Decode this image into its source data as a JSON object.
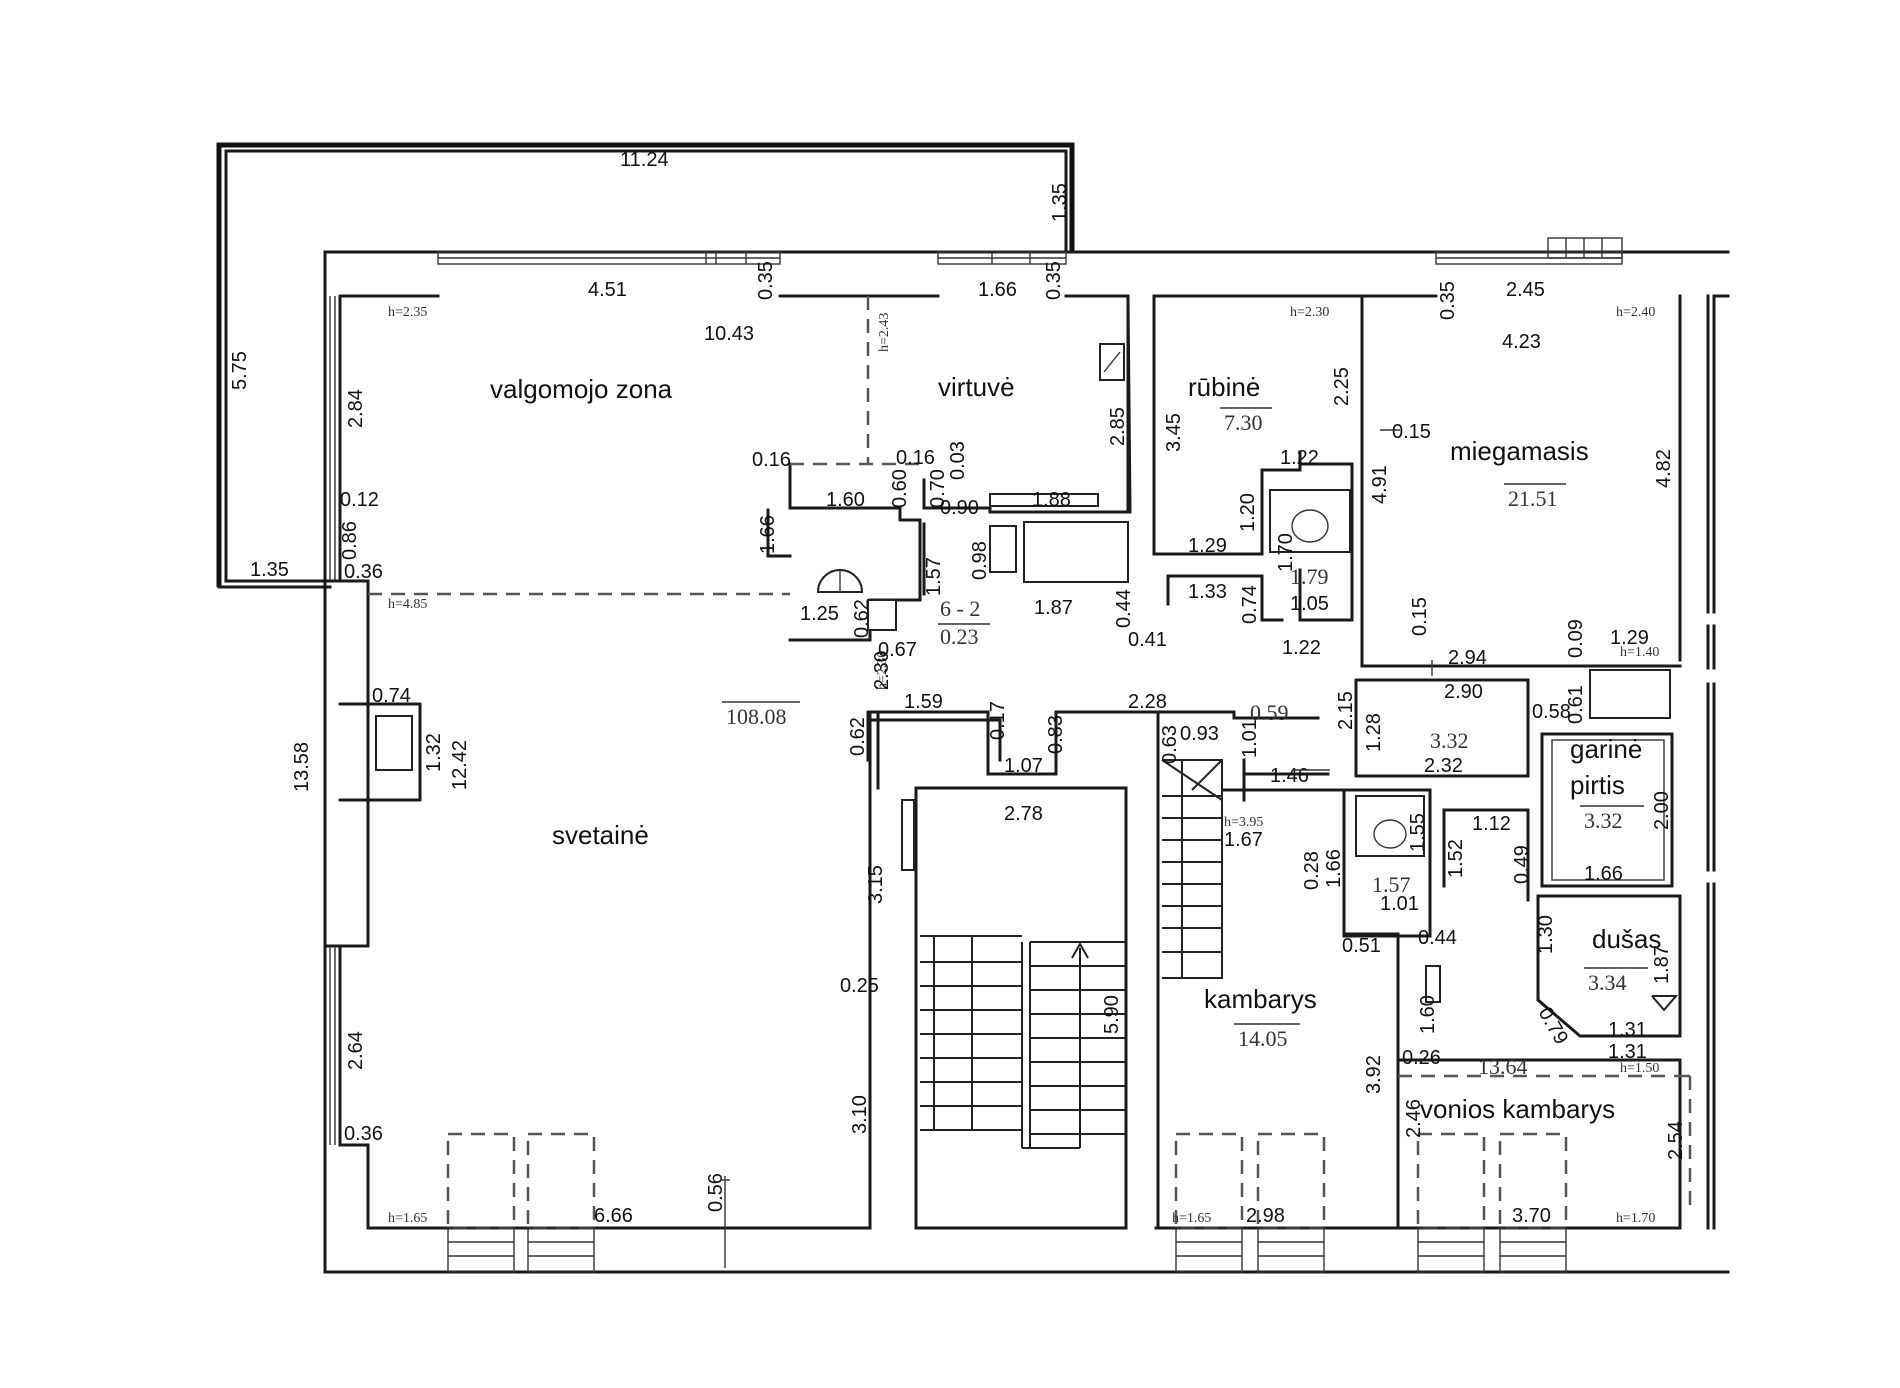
{
  "rooms": {
    "dining": "valgomojo zona",
    "kitchen": "virtuvė",
    "wardrobe": "rūbinė",
    "bedroom": "miegamasis",
    "living": "svetainė",
    "room": "kambarys",
    "sauna_1": "garinė",
    "sauna_2": "pirtis",
    "shower": "dušas",
    "bathroom": "vonios kambarys"
  },
  "areas": {
    "wardrobe": "7.30",
    "bedroom": "21.51",
    "living": "108.08",
    "wc_1": "1.79",
    "small_6_2": "6 - 2",
    "small_0_23": "0.23",
    "hall_0_59": "0.59",
    "hall_332": "3.32",
    "sauna": "3.32",
    "wc_2": "1.57",
    "room": "14.05",
    "shower": "3.34",
    "bathroom": "13.64"
  },
  "heights": {
    "h1": "h=2.35",
    "h2": "h=2.43",
    "h3": "h=2.30",
    "h4": "h=2.40",
    "h5": "h=4.85",
    "h6": "h=2.30",
    "h7": "h=1.40",
    "h8": "h=3.95",
    "h9": "h=1.50",
    "h10": "h=1.65",
    "h11": "h=1.65",
    "h12": "h=1.70"
  },
  "dimensions": {
    "d01": "11.24",
    "d02": "1.35",
    "d03": "5.75",
    "d04": "4.51",
    "d05": "0.35",
    "d06": "10.43",
    "d07": "1.66",
    "d08": "0.35",
    "d09": "2.84",
    "d10": "0.12",
    "d11": "0.86",
    "d12": "1.35",
    "d13": "0.36",
    "d14": "0.16",
    "d15": "0.16",
    "d16": "0.60",
    "d17": "0.70",
    "d18": "0.03",
    "d19": "1.60",
    "d20": "0.90",
    "d21": "1.88",
    "d22": "2.85",
    "d23": "1.66",
    "d24": "0.98",
    "d25": "1.57",
    "d26": "1.25",
    "d27": "0.62",
    "d28": "0.67",
    "d29": "1.87",
    "d30": "0.44",
    "d31": "0.41",
    "d32": "3.45",
    "d33": "2.25",
    "d34": "1.22",
    "d35": "1.20",
    "d36": "1.29",
    "d37": "1.70",
    "d38": "1.33",
    "d39": "0.74",
    "d40": "1.05",
    "d41": "1.22",
    "d42": "0.35",
    "d43": "2.45",
    "d44": "4.23",
    "d45": "0.15",
    "d46": "4.91",
    "d47": "4.82",
    "d48": "0.15",
    "d49": "0.09",
    "d50": "1.29",
    "d51": "2.94",
    "d52": "2.90",
    "d53": "0.58",
    "d54": "0.61",
    "d55": "1.28",
    "d56": "2.15",
    "d57": "2.32",
    "d58": "2.00",
    "d59": "0.74",
    "d60": "1.32",
    "d61": "12.42",
    "d62": "13.58",
    "d63": "1.59",
    "d64": "0.17",
    "d65": "0.83",
    "d66": "2.28",
    "d67": "0.63",
    "d68": "0.93",
    "d69": "1.01",
    "d70": "1.07",
    "d71": "2.78",
    "d72": "1.46",
    "d73": "1.67",
    "d74": "0.28",
    "d75": "1.66",
    "d76": "1.55",
    "d77": "1.52",
    "d78": "1.12",
    "d79": "0.49",
    "d80": "1.01",
    "d81": "1.66",
    "d82": "1.30",
    "d83": "1.87",
    "d84": "0.79",
    "d85": "1.31",
    "d86": "1.31",
    "d87": "3.15",
    "d88": "0.25",
    "d89": "5.90",
    "d90": "3.10",
    "d91": "0.51",
    "d92": "0.44",
    "d93": "1.60",
    "d94": "3.92",
    "d95": "0.26",
    "d96": "2.46",
    "d97": "2.54",
    "d98": "2.64",
    "d99": "0.36",
    "d100": "6.66",
    "d101": "0.56",
    "d102": "2.98",
    "d103": "3.70",
    "d104": "0.62",
    "d105": "2.30"
  }
}
